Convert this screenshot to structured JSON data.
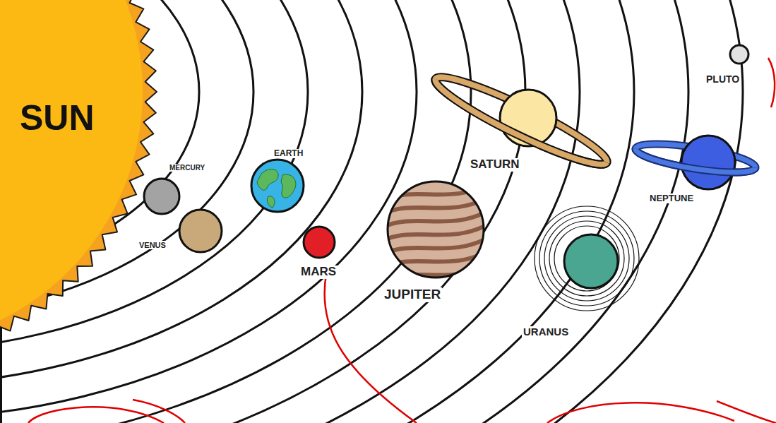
{
  "diagram": {
    "nodes": [
      {
        "text": [
          "SUN"
        ]
      },
      {
        "text": [
          "MERCURY"
        ]
      },
      {
        "text": [
          "VENUS"
        ]
      },
      {
        "text": [
          "EARTH"
        ]
      },
      {
        "text": [
          "MARS"
        ]
      },
      {
        "text": [
          "JUPITER"
        ]
      },
      {
        "text": [
          "SATURN"
        ]
      },
      {
        "text": [
          "URANUS"
        ]
      },
      {
        "text": [
          "NEPTUNE"
        ]
      },
      {
        "text": [
          "PLUTO"
        ]
      }
    ]
  }
}
